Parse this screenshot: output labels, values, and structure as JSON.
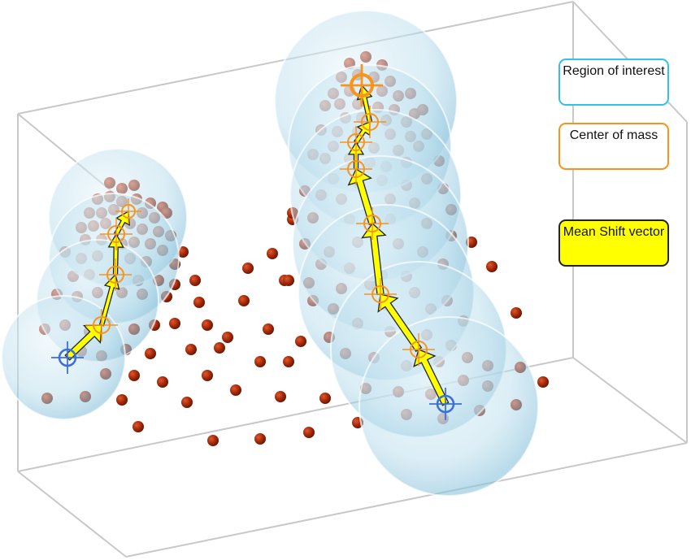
{
  "legend": {
    "region_of_interest": "Region of interest",
    "center_of_mass": "Center of mass",
    "mean_shift_vector": "Mean Shift vector"
  },
  "colors": {
    "region": "#a9d6e8",
    "region_border": "#33c0ea",
    "center_of_mass": "#f7941d",
    "vector": "#ffff00",
    "data_point": "#a52a0a",
    "start_point": "#3a6fd8",
    "box": "#c8c8c8"
  },
  "icons": [
    "data-point",
    "crosshair-start",
    "crosshair-center-of-mass",
    "arrow-vector",
    "sphere-region"
  ]
}
